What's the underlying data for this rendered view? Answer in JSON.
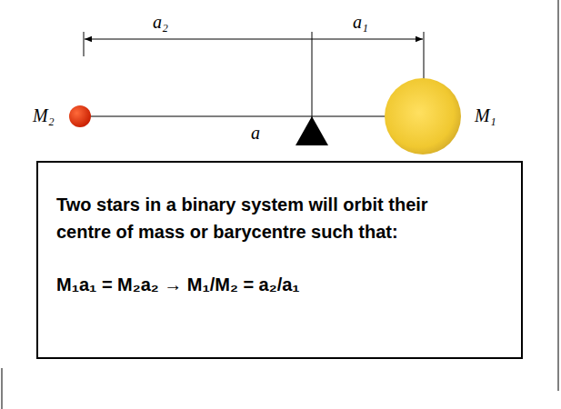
{
  "diagram": {
    "nodes": [
      {
        "text": [
          "Two stars in a binary system will orbit their centre of mass or barycentre such that:",
          "M₁a₁ = M₂a₂ → M₁/M₂ = a₂/a₁"
        ]
      }
    ],
    "labels": [
      "a₂",
      "a₁",
      "M₂",
      "a",
      "M₁"
    ]
  }
}
